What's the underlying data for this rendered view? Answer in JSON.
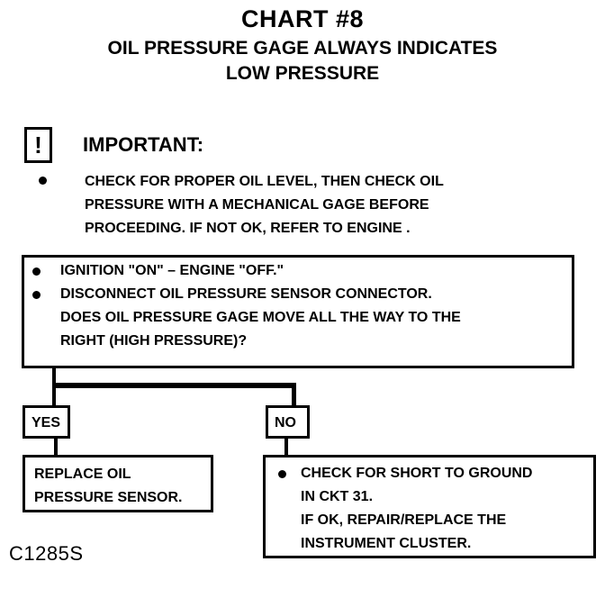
{
  "header": {
    "title": "CHART #8",
    "subtitle_line1": "OIL PRESSURE GAGE ALWAYS INDICATES",
    "subtitle_line2": "LOW PRESSURE"
  },
  "important": {
    "icon_glyph": "!",
    "label": "IMPORTANT:",
    "lines": [
      "CHECK FOR PROPER OIL LEVEL, THEN CHECK OIL",
      "PRESSURE WITH A MECHANICAL GAGE BEFORE",
      "PROCEEDING.  IF NOT OK, REFER TO ENGINE ."
    ]
  },
  "main_step": {
    "bullet1": "IGNITION \"ON\" – ENGINE \"OFF.\"",
    "bullet2_line1": "DISCONNECT OIL PRESSURE SENSOR CONNECTOR.",
    "bullet2_line2": "DOES OIL PRESSURE GAGE MOVE ALL THE WAY TO THE",
    "bullet2_line3": "RIGHT (HIGH PRESSURE)?"
  },
  "yes_branch": {
    "label": "YES",
    "action_line1": "REPLACE OIL",
    "action_line2": "PRESSURE SENSOR."
  },
  "no_branch": {
    "label": "NO",
    "action_line1": "CHECK FOR SHORT TO GROUND",
    "action_line2": "IN CKT 31.",
    "action_line3": "IF OK, REPAIR/REPLACE THE",
    "action_line4": "INSTRUMENT CLUSTER."
  },
  "figure_code": "C1285S"
}
